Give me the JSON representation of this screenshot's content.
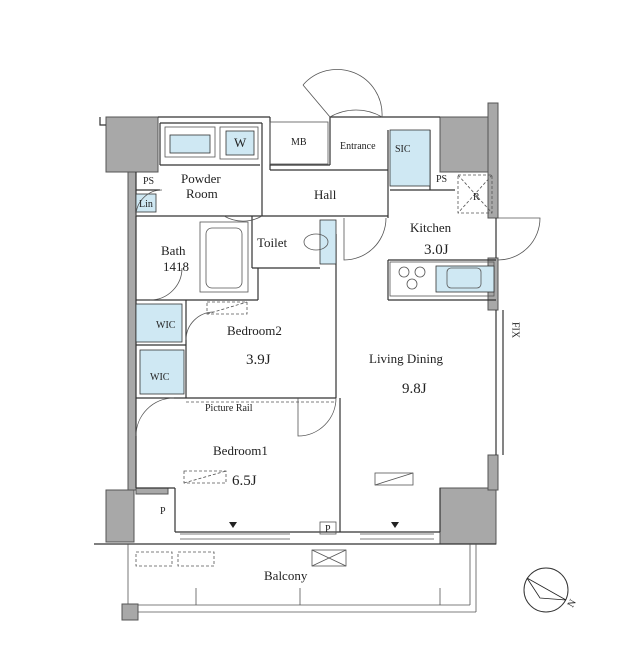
{
  "rooms": {
    "powder_room": "Powder\nRoom",
    "w": "W",
    "mb": "MB",
    "entrance": "Entrance",
    "sic": "SIC",
    "ps_left": "PS",
    "ps_right": "PS",
    "lin": "Lin",
    "hall": "Hall",
    "r": "R",
    "bath": "Bath",
    "bath_size": "1418",
    "toilet": "Toilet",
    "kitchen": "Kitchen",
    "kitchen_size": "3.0J",
    "wic_upper": "WIC",
    "wic_lower": "WIC",
    "bedroom2": "Bedroom2",
    "bedroom2_size": "3.9J",
    "living_dining": "Living Dining",
    "living_dining_size": "9.8J",
    "fix": "FIX",
    "picture_rail": "Picture Rail",
    "bedroom1": "Bedroom1",
    "bedroom1_size": "6.5J",
    "p_left": "P",
    "p_bottom": "P",
    "balcony": "Balcony",
    "north": "N"
  },
  "colors": {
    "wall": "#a8a8a8",
    "fixture": "#cfe8f3",
    "line": "#333333"
  }
}
